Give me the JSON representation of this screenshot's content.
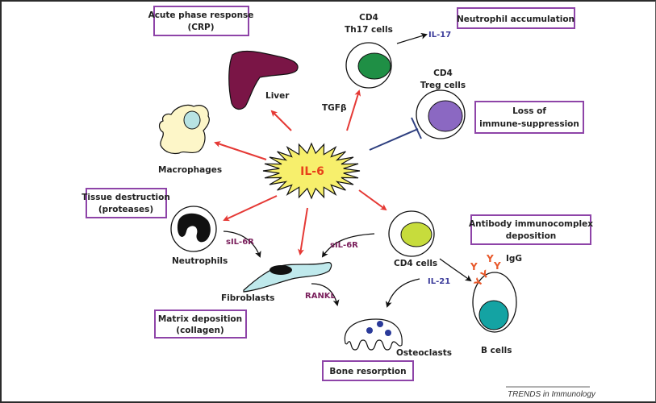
{
  "center": {
    "label": "IL-6",
    "color": "#e8421a",
    "fill": "#f7ef6c"
  },
  "outcome_boxes": [
    {
      "id": "acute-phase",
      "lines": [
        "Acute phase response",
        "(CRP)"
      ]
    },
    {
      "id": "neutrophil-accumulation",
      "lines": [
        "Neutrophil accumulation"
      ]
    },
    {
      "id": "loss-immune-suppression",
      "lines": [
        "Loss of",
        "immune-suppression"
      ]
    },
    {
      "id": "tissue-destruction",
      "lines": [
        "Tissue destruction",
        "(proteases)"
      ]
    },
    {
      "id": "antibody-deposition",
      "lines": [
        "Antibody immunocomplex",
        "deposition"
      ]
    },
    {
      "id": "matrix-deposition",
      "lines": [
        "Matrix deposition",
        "(collagen)"
      ]
    },
    {
      "id": "bone-resorption",
      "lines": [
        "Bone resorption"
      ]
    }
  ],
  "cells": {
    "liver": "Liver",
    "macrophages": "Macrophages",
    "th17": [
      "CD4",
      "Th17 cells"
    ],
    "treg": [
      "CD4",
      "Treg cells"
    ],
    "neutrophils": "Neutrophils",
    "fibroblasts": "Fibroblasts",
    "cd4": "CD4 cells",
    "b_cells": "B cells",
    "osteoclasts": "Osteoclasts"
  },
  "mediators": {
    "tgfb": "TGFβ",
    "il17": "IL-17",
    "sil6r_left": "sIL-6R",
    "sil6r_right": "sIL-6R",
    "rankl": "RANKL",
    "il21": "IL-21",
    "igg": "IgG"
  },
  "colors": {
    "box_border": "#8e44a8",
    "activation_arrow": "#e53935",
    "inhibition_line": "#2e3f7f",
    "mediator_purple": "#7a1f5c",
    "mediator_blue": "#3b3b9a",
    "liver": "#7a1546",
    "th17_nucleus": "#1f8f45",
    "treg_nucleus": "#8b68c2",
    "cd4_nucleus": "#c7dc3c",
    "bcell_nucleus": "#14a3a3",
    "fibroblast": "#bfe9ec",
    "macrophage": "#fdf6c8",
    "macrophage_nucleus": "#b8e3e3",
    "osteoclast_dots": "#2a3a9a",
    "igg": "#e8582a"
  },
  "credit": "TRENDS in Immunology"
}
